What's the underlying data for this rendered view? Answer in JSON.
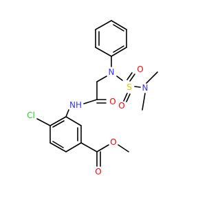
{
  "molecule": {
    "atoms": {
      "n_sulfonamide": "N",
      "s": "S",
      "o_s_top": "O",
      "o_s_bottom": "O",
      "n_dimethyl": "N",
      "n_amide": "NH",
      "o_amide": "O",
      "cl": "Cl",
      "o_ester_carbonyl": "O",
      "o_ester": "O"
    },
    "colors": {
      "bond": "#000000",
      "nitrogen": "#3333ff",
      "oxygen": "#ff0000",
      "sulfur": "#cccc00",
      "chlorine": "#1fd01f"
    }
  }
}
